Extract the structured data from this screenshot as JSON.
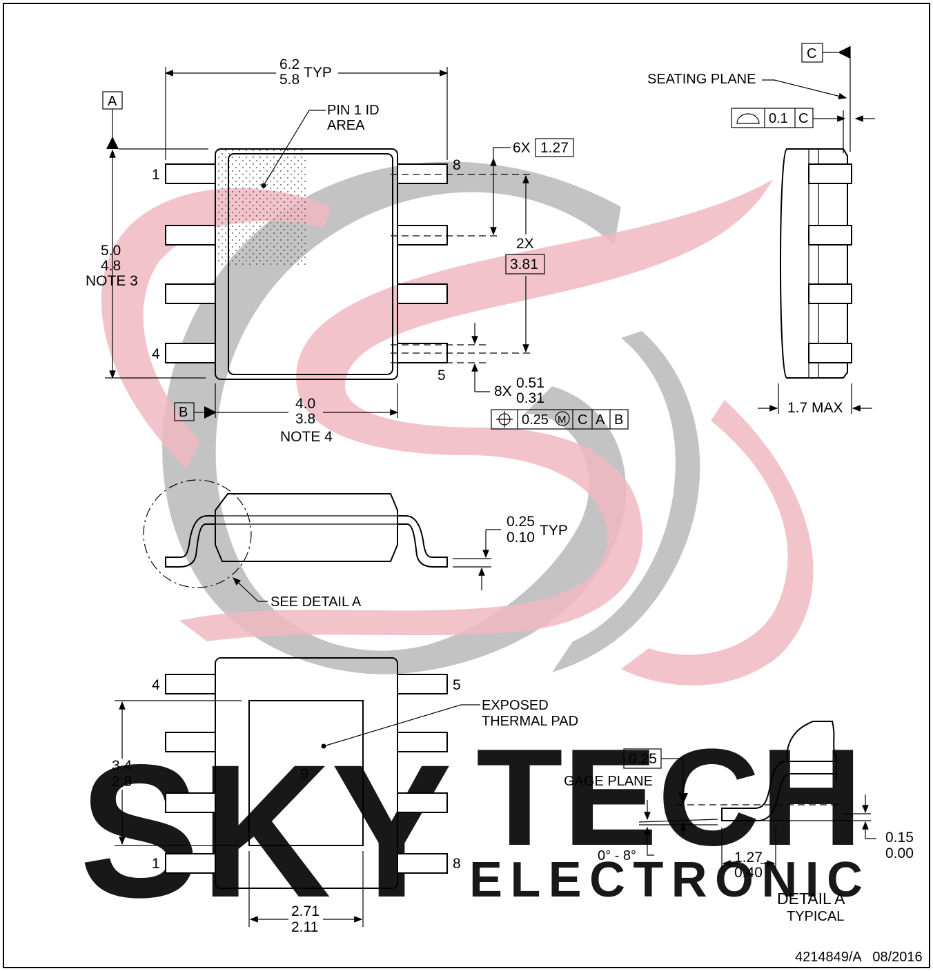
{
  "colors": {
    "line": "#000000",
    "watermark_pink": "#f0b8c2",
    "watermark_gray": "#bdbdbd"
  },
  "watermark": {
    "brand_word1": "SKY",
    "brand_word2": "TECH",
    "brand_sub": "ELECTRONIC"
  },
  "datums": {
    "a": "A",
    "b": "B",
    "c": "C"
  },
  "top_view": {
    "pin1_id_line1": "PIN 1 ID",
    "pin1_id_line2": "AREA",
    "width_max": "6.2",
    "width_min": "5.8",
    "width_suffix": "TYP",
    "length_max": "5.0",
    "length_min": "4.8",
    "length_note": "NOTE 3",
    "body_max": "4.0",
    "body_min": "3.8",
    "body_note": "NOTE 4",
    "pitch_count": "6X",
    "pitch": "1.27",
    "span_count": "2X",
    "span": "3.81",
    "lead_count": "8X",
    "lead_max": "0.51",
    "lead_min": "0.31",
    "pin_labels": {
      "p1": "1",
      "p4": "4",
      "p5": "5",
      "p8": "8"
    },
    "position_tol": "0.25",
    "modifier": "M",
    "fcf_datum1": "C",
    "fcf_datum2": "A",
    "fcf_datum3": "B"
  },
  "side_view": {
    "seating_plane": "SEATING PLANE",
    "flatness": "0.1",
    "flatness_datum": "C",
    "height": "1.7 MAX"
  },
  "front_view": {
    "lead_thk_max": "0.25",
    "lead_thk_min": "0.10",
    "lead_thk_suffix": "TYP",
    "see_detail": "SEE DETAIL A"
  },
  "bottom_view": {
    "pad_label_line1": "EXPOSED",
    "pad_label_line2": "THERMAL PAD",
    "pad_number": "9",
    "pad_len_max": "3.4",
    "pad_len_min": "2.8",
    "pad_wid_max": "2.71",
    "pad_wid_min": "2.11",
    "pin_labels": {
      "p4": "4",
      "p5": "5",
      "p1": "1",
      "p8": "8"
    }
  },
  "detail_a": {
    "gage": "0.25",
    "gage_plane": "GAGE PLANE",
    "angle": "0° - 8°",
    "standoff_max": "0.15",
    "standoff_min": "0.00",
    "foot_max": "1.27",
    "foot_min": "0.40",
    "title": "DETAIL A",
    "subtitle": "TYPICAL"
  },
  "drawing_number": "4214849/A   08/2016"
}
